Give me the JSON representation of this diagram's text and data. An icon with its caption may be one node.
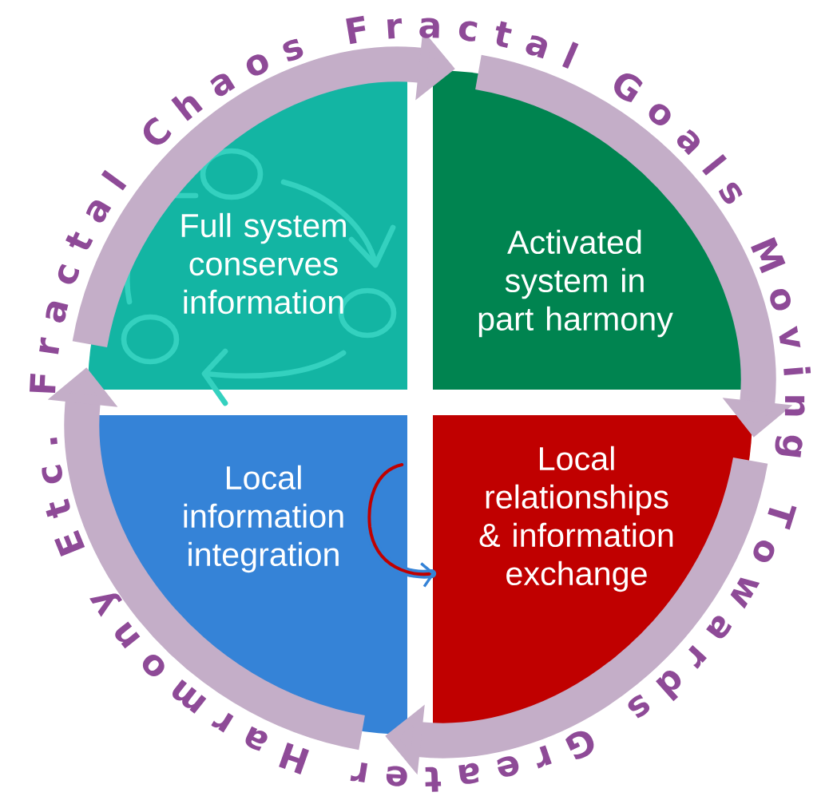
{
  "diagram": {
    "nodes": [
      {
        "text": [
          "Full system conserves information"
        ]
      },
      {
        "text": [
          "Activated system in part harmony"
        ]
      },
      {
        "text": [
          "Local information integration"
        ]
      },
      {
        "text": [
          "Local relationships & information exchange"
        ]
      }
    ],
    "edges": [
      {
        "from": 0,
        "to": 1,
        "arrow": "to"
      },
      {
        "from": 1,
        "to": 3,
        "arrow": "to"
      },
      {
        "from": 3,
        "to": 2,
        "arrow": "to"
      },
      {
        "from": 2,
        "to": 0,
        "arrow": "to"
      },
      {
        "from": 2,
        "to": 3,
        "arrow": "to",
        "color": "#3583d7"
      }
    ],
    "labels": [
      "Fractal Chaos Fractal Goals Moving Towards Greater Harmony Etc."
    ]
  }
}
